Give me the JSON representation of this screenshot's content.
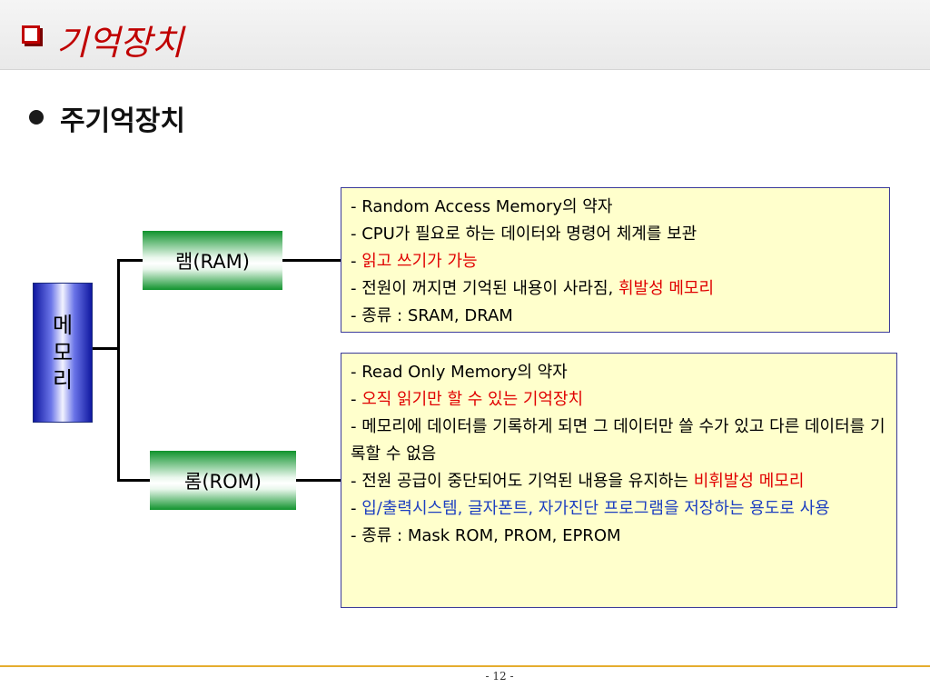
{
  "header": {
    "title_icon": "checkbox-square-icon",
    "title": "기억장치"
  },
  "section": {
    "bullet_icon": "filled-circle-bullet-icon",
    "title": "주기억장치"
  },
  "diagram": {
    "root_label": "메모리",
    "ram_label": "램(RAM)",
    "rom_label": "롬(ROM)"
  },
  "ram_desc": {
    "line1": "- Random Access Memory의 약자",
    "line2": "- CPU가 필요로 하는 데이터와 명령어 체계를 보관",
    "line3_prefix": "- ",
    "line3_red": "읽고 쓰기가 가능",
    "line4_prefix": "- 전원이 꺼지면 기억된 내용이 사라짐, ",
    "line4_red": "휘발성 메모리",
    "line5": "- 종류 : SRAM, DRAM"
  },
  "rom_desc": {
    "line1": "- Read Only Memory의 약자",
    "line2_prefix": "- ",
    "line2_red": "오직 읽기만 할 수 있는 기억장치",
    "line3": "- 메모리에 데이터를 기록하게 되면 그 데이터만 쓸 수가 있고 다른 데이터를 기록할 수 없음",
    "line4_prefix": "- 전원 공급이 중단되어도 기억된 내용을 유지하는 ",
    "line4_red": "비휘발성 메모리",
    "line5_prefix": "- ",
    "line5_blue": "입/출력시스템, 글자폰트, 자가진단 프로그램을 저장하는 용도로 사용",
    "line6": "- 종류 : Mask ROM, PROM, EPROM"
  },
  "footer": {
    "page_number": "- 12 -"
  },
  "colors": {
    "title_red": "#c00000",
    "highlight_red": "#e00000",
    "highlight_blue": "#1d3fc0",
    "desc_background": "#ffffcc",
    "node_green": "#10932d",
    "root_blue": "#1018a0",
    "footer_line": "#e5ad2f"
  }
}
